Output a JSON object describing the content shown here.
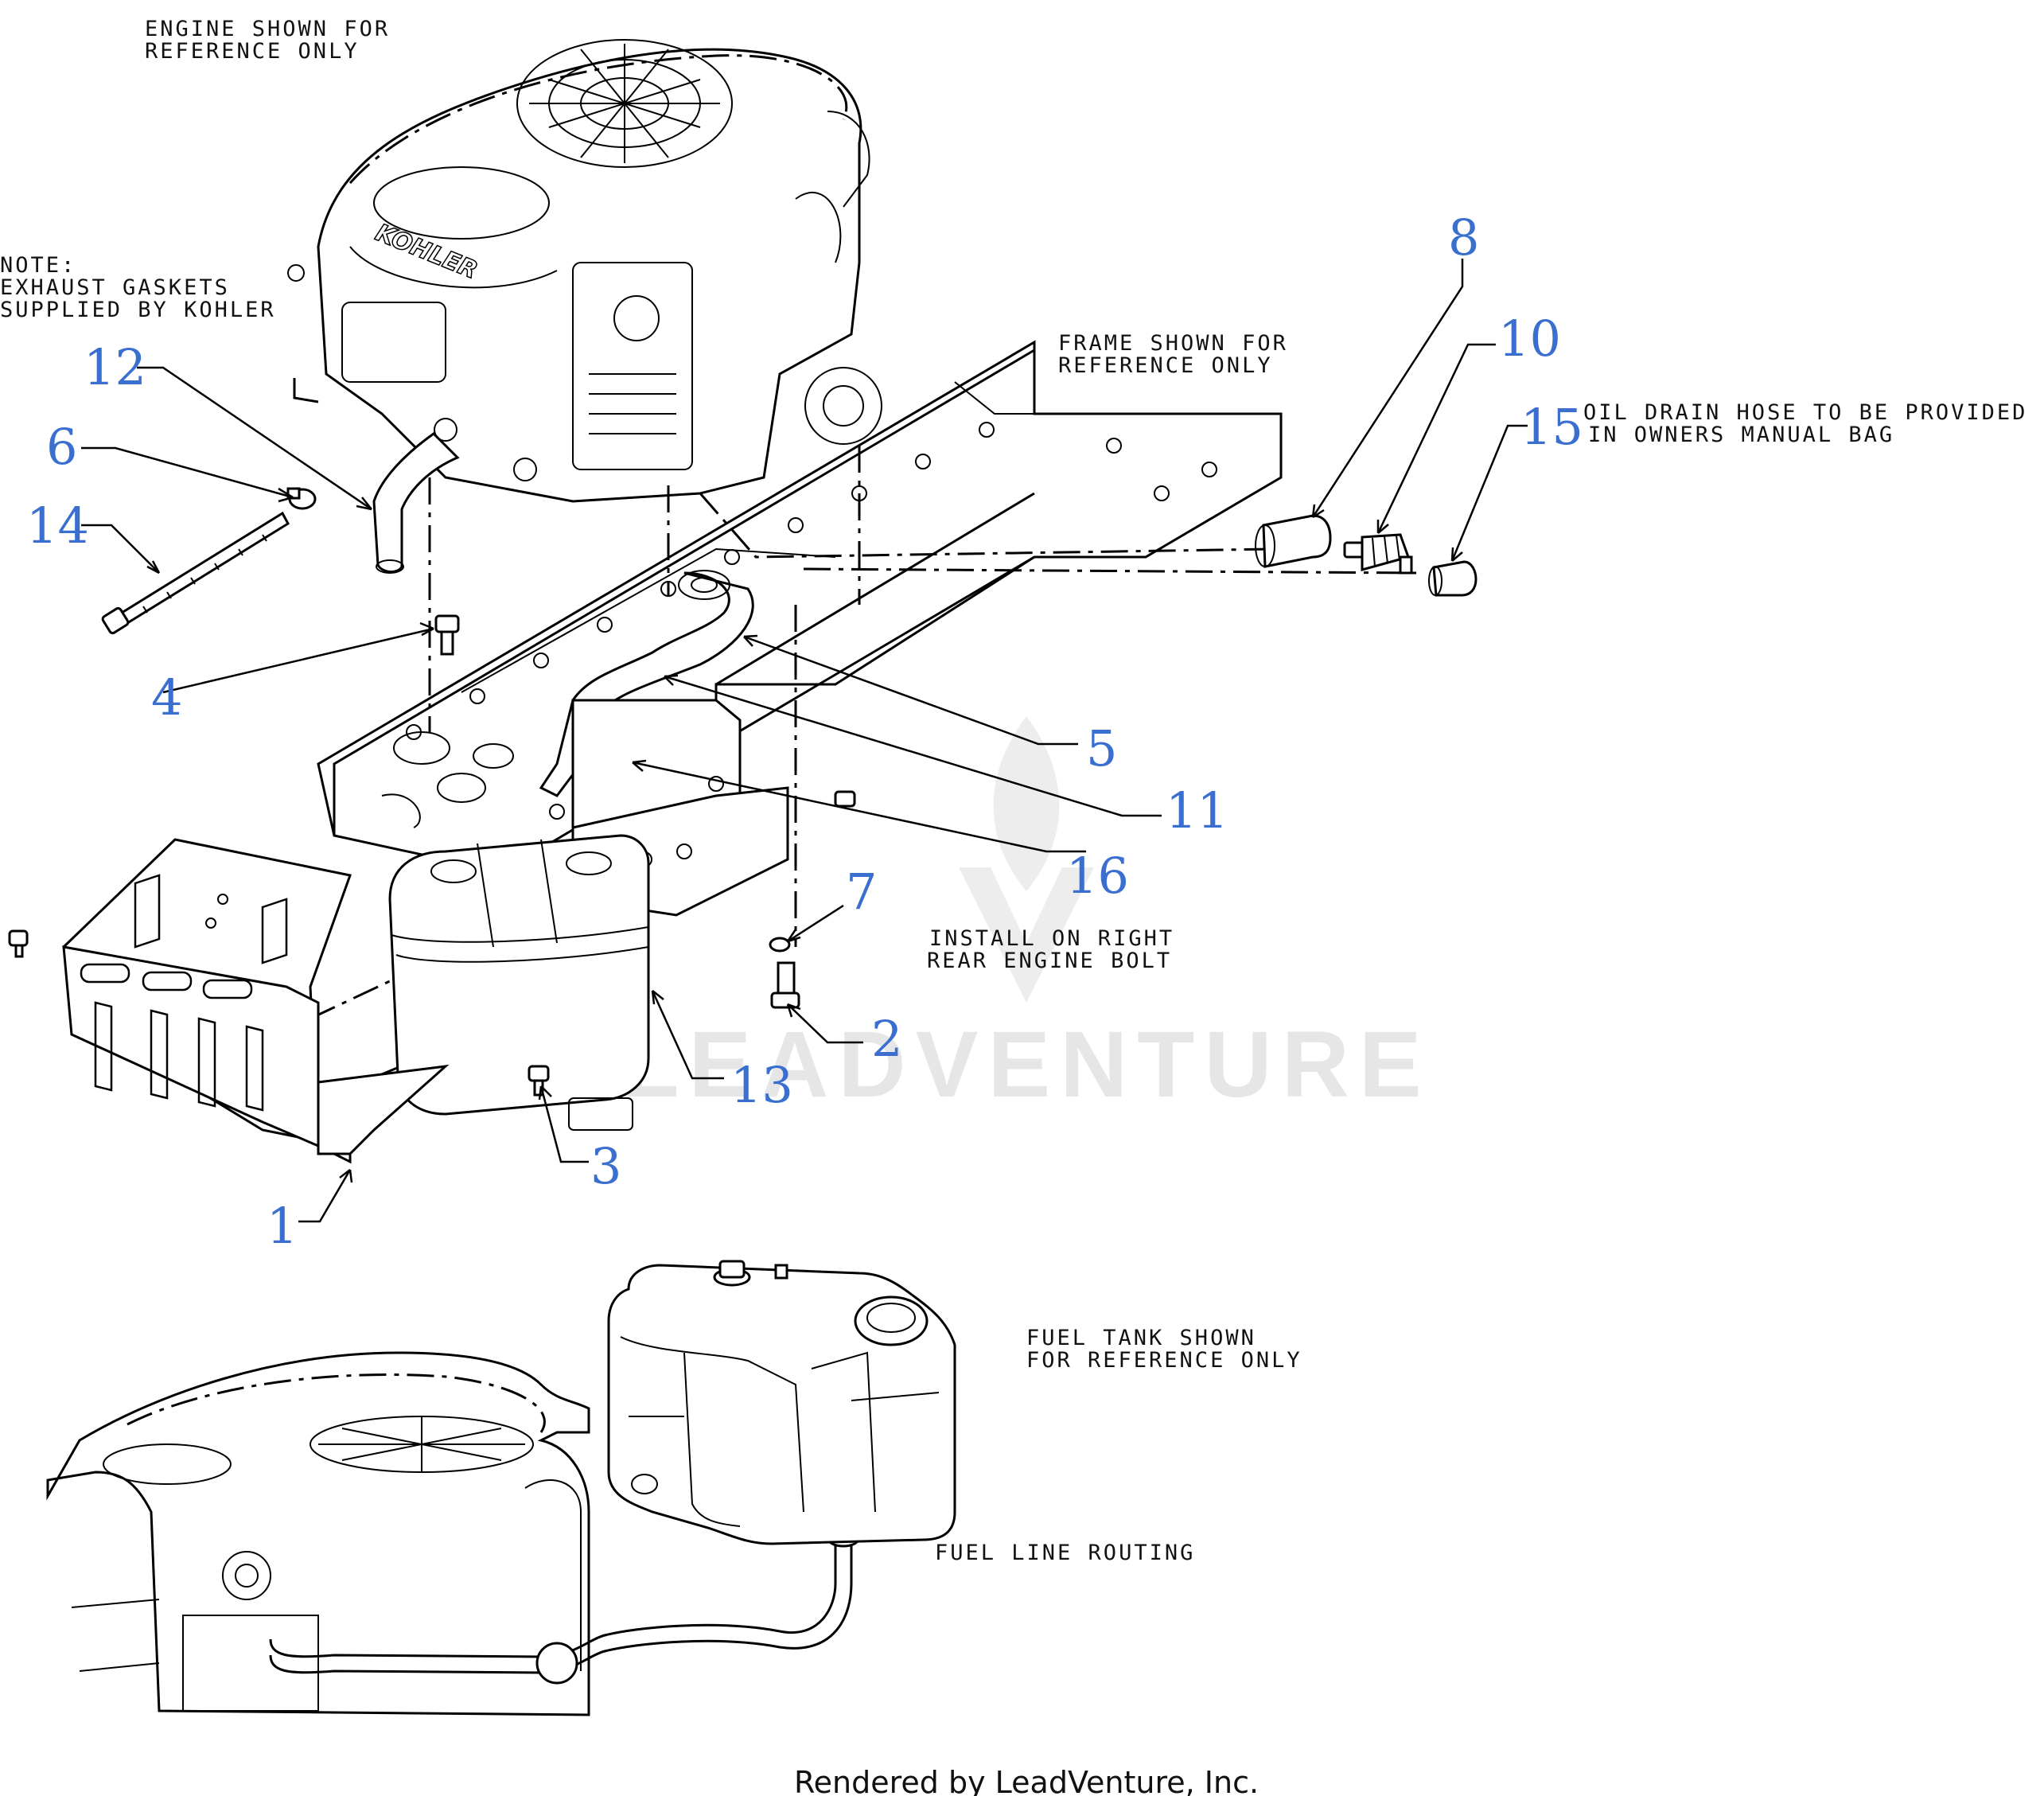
{
  "notes": {
    "engine_ref": [
      "ENGINE SHOWN FOR",
      "REFERENCE ONLY"
    ],
    "exhaust_note": [
      "NOTE:",
      "EXHAUST GASKETS",
      "SUPPLIED BY KOHLER"
    ],
    "frame_ref": [
      "FRAME SHOWN FOR",
      "REFERENCE ONLY"
    ],
    "oil_drain": [
      "OIL DRAIN HOSE TO BE PROVIDED",
      "IN OWNERS MANUAL BAG"
    ],
    "install_note": [
      "INSTALL ON RIGHT",
      "REAR ENGINE BOLT"
    ],
    "fuel_tank_ref": [
      "FUEL TANK SHOWN",
      "FOR REFERENCE ONLY"
    ],
    "fuel_line": "FUEL LINE ROUTING"
  },
  "engine_brand": "KOHLER",
  "callouts": [
    "1",
    "2",
    "3",
    "4",
    "5",
    "6",
    "7",
    "8",
    "10",
    "11",
    "12",
    "13",
    "14",
    "15",
    "16"
  ],
  "watermark": "LEADVENTURE",
  "footer": "Rendered by LeadVenture, Inc.",
  "colors": {
    "callout": "#3a6fd0",
    "line": "#000000",
    "watermark": "#e6e6e6"
  }
}
